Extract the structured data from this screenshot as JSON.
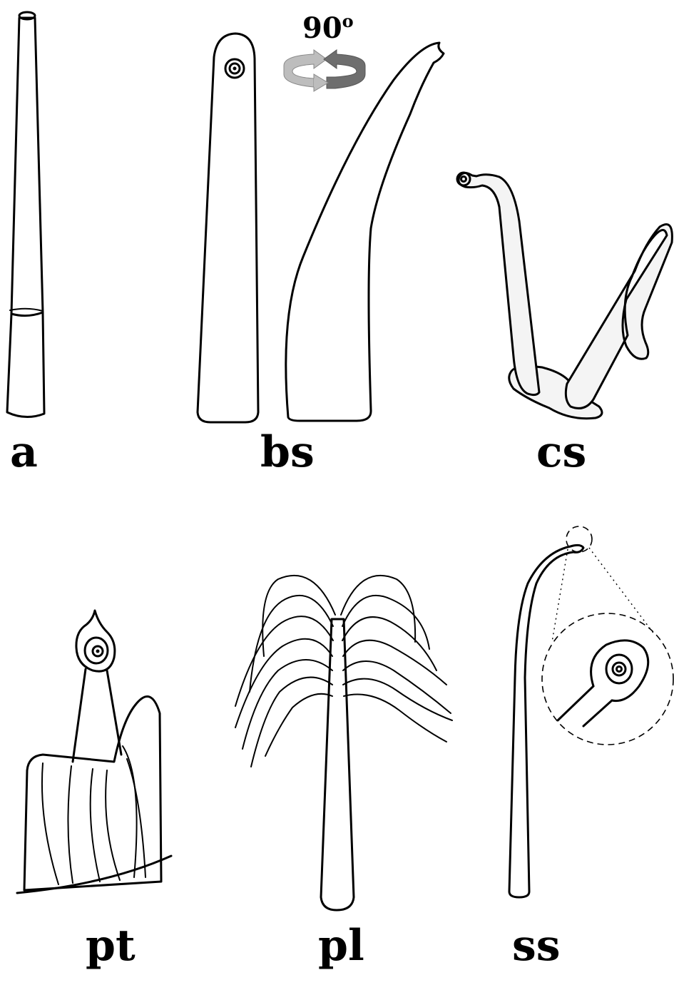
{
  "panels": [
    {
      "key": "a",
      "label": "a"
    },
    {
      "key": "bs",
      "label": "bs"
    },
    {
      "key": "cs",
      "label": "cs"
    },
    {
      "key": "pt",
      "label": "pt"
    },
    {
      "key": "pl",
      "label": "pl"
    },
    {
      "key": "ss",
      "label": "ss"
    }
  ],
  "rotation": {
    "value": "90",
    "unit": "o"
  },
  "colors": {
    "ink": "#000000",
    "fill_light": "#f4f4f4",
    "arrow_light": "#bdbdbd",
    "arrow_dark": "#6e6e6e"
  }
}
